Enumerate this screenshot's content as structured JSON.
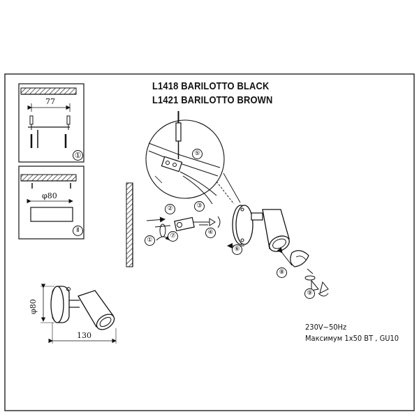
{
  "titles": [
    "L1418 BARILOTTO BLACK",
    "L1421 BARILOTTO BROWN"
  ],
  "specs": [
    "230V~50Hz",
    "Максимум 1x50 ВТ , GU10"
  ],
  "panel1": {
    "dimension": "77",
    "step": "①"
  },
  "panel2": {
    "dimension": "φ80",
    "step": "Ⅱ"
  },
  "dims": {
    "height": "φ80",
    "width": "130"
  },
  "steps": [
    "①",
    "②",
    "③",
    "④",
    "⑤",
    "⑥",
    "⑦",
    "⑧",
    "⑨"
  ]
}
